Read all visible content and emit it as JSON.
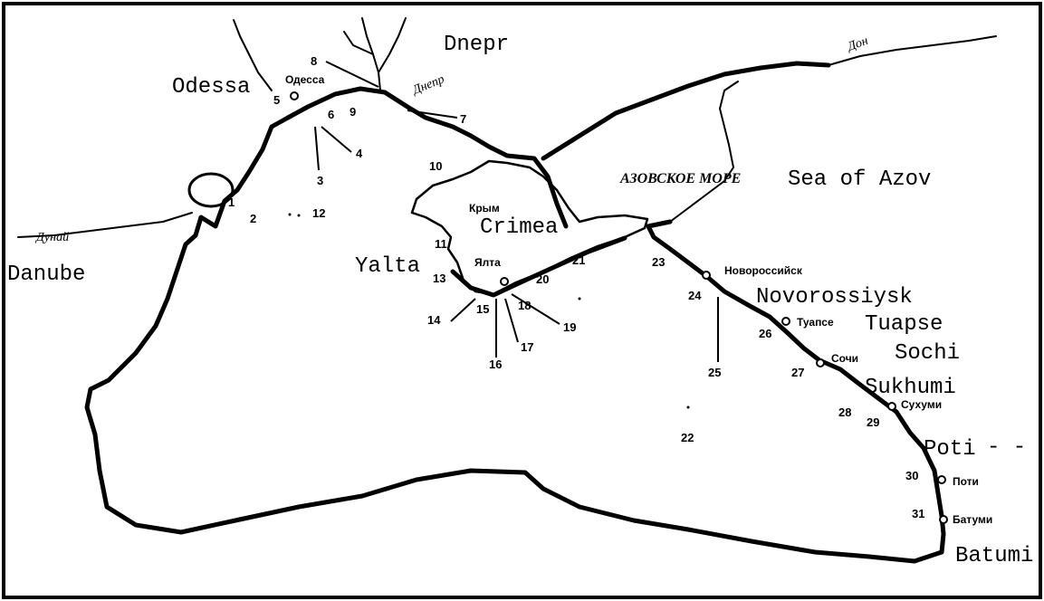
{
  "labels_en": {
    "odessa": "Odessa",
    "dnepr": "Dnepr",
    "sea_of_azov": "Sea of Azov",
    "danube": "Danube",
    "crimea": "Crimea",
    "yalta": "Yalta",
    "novorossiysk": "Novorossiysk",
    "tuapse": "Tuapse",
    "sochi": "Sochi",
    "sukhumi": "Sukhumi",
    "poti": "Poti",
    "batumi": "Batumi"
  },
  "labels_ru": {
    "odessa": "Одесса",
    "dnepr": "Днепр",
    "don": "Дон",
    "azov_sea": "АЗОВСКОЕ МОРЕ",
    "dunai": "Дунай",
    "krym": "Крым",
    "yalta": "Ялта",
    "novorossiysk": "Новороссийск",
    "tuapse": "Туапсе",
    "sochi": "Сочи",
    "sukhumi": "Сухуми",
    "poti": "Поти",
    "batumi": "Батуми"
  },
  "stations": {
    "n1": "1",
    "n2": "2",
    "n3": "3",
    "n4": "4",
    "n5": "5",
    "n6": "6",
    "n7": "7",
    "n8": "8",
    "n9": "9",
    "n10": "10",
    "n11": "11",
    "n12": "12",
    "n13": "13",
    "n14": "14",
    "n15": "15",
    "n16": "16",
    "n17": "17",
    "n18": "18",
    "n19": "19",
    "n20": "20",
    "n21": "21",
    "n22": "22",
    "n23": "23",
    "n24": "24",
    "n25": "25",
    "n26": "26",
    "n27": "27",
    "n28": "28",
    "n29": "29",
    "n30": "30",
    "n31": "31"
  },
  "misc": {
    "poti_dash": "- -"
  }
}
